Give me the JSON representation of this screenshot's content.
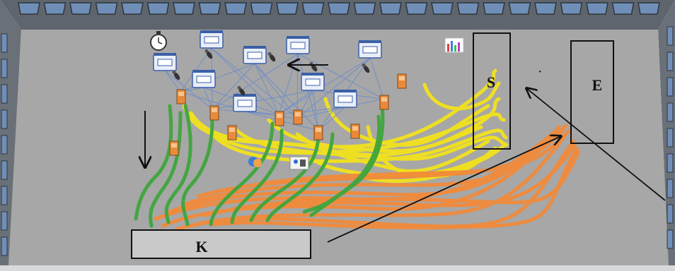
{
  "zones": {
    "s_label": "S",
    "e_label": "E",
    "k_label": "K"
  },
  "annotations": {
    "small_mark": "·"
  },
  "colors": {
    "floor": "#a7a7a7",
    "wall": "#6e737a",
    "wall_rail": "#3a4046",
    "window": "#6f8fb8",
    "yellow_path": "#f2e21c",
    "green_path": "#3fa53d",
    "orange_path": "#f28a3a",
    "zone_box": "#111111",
    "k_fill": "#c9c9c9"
  },
  "icons": [
    "workstation-icon",
    "stopwatch-icon",
    "chart-icon",
    "worker-icon",
    "buffer-icon",
    "connector-icon"
  ]
}
